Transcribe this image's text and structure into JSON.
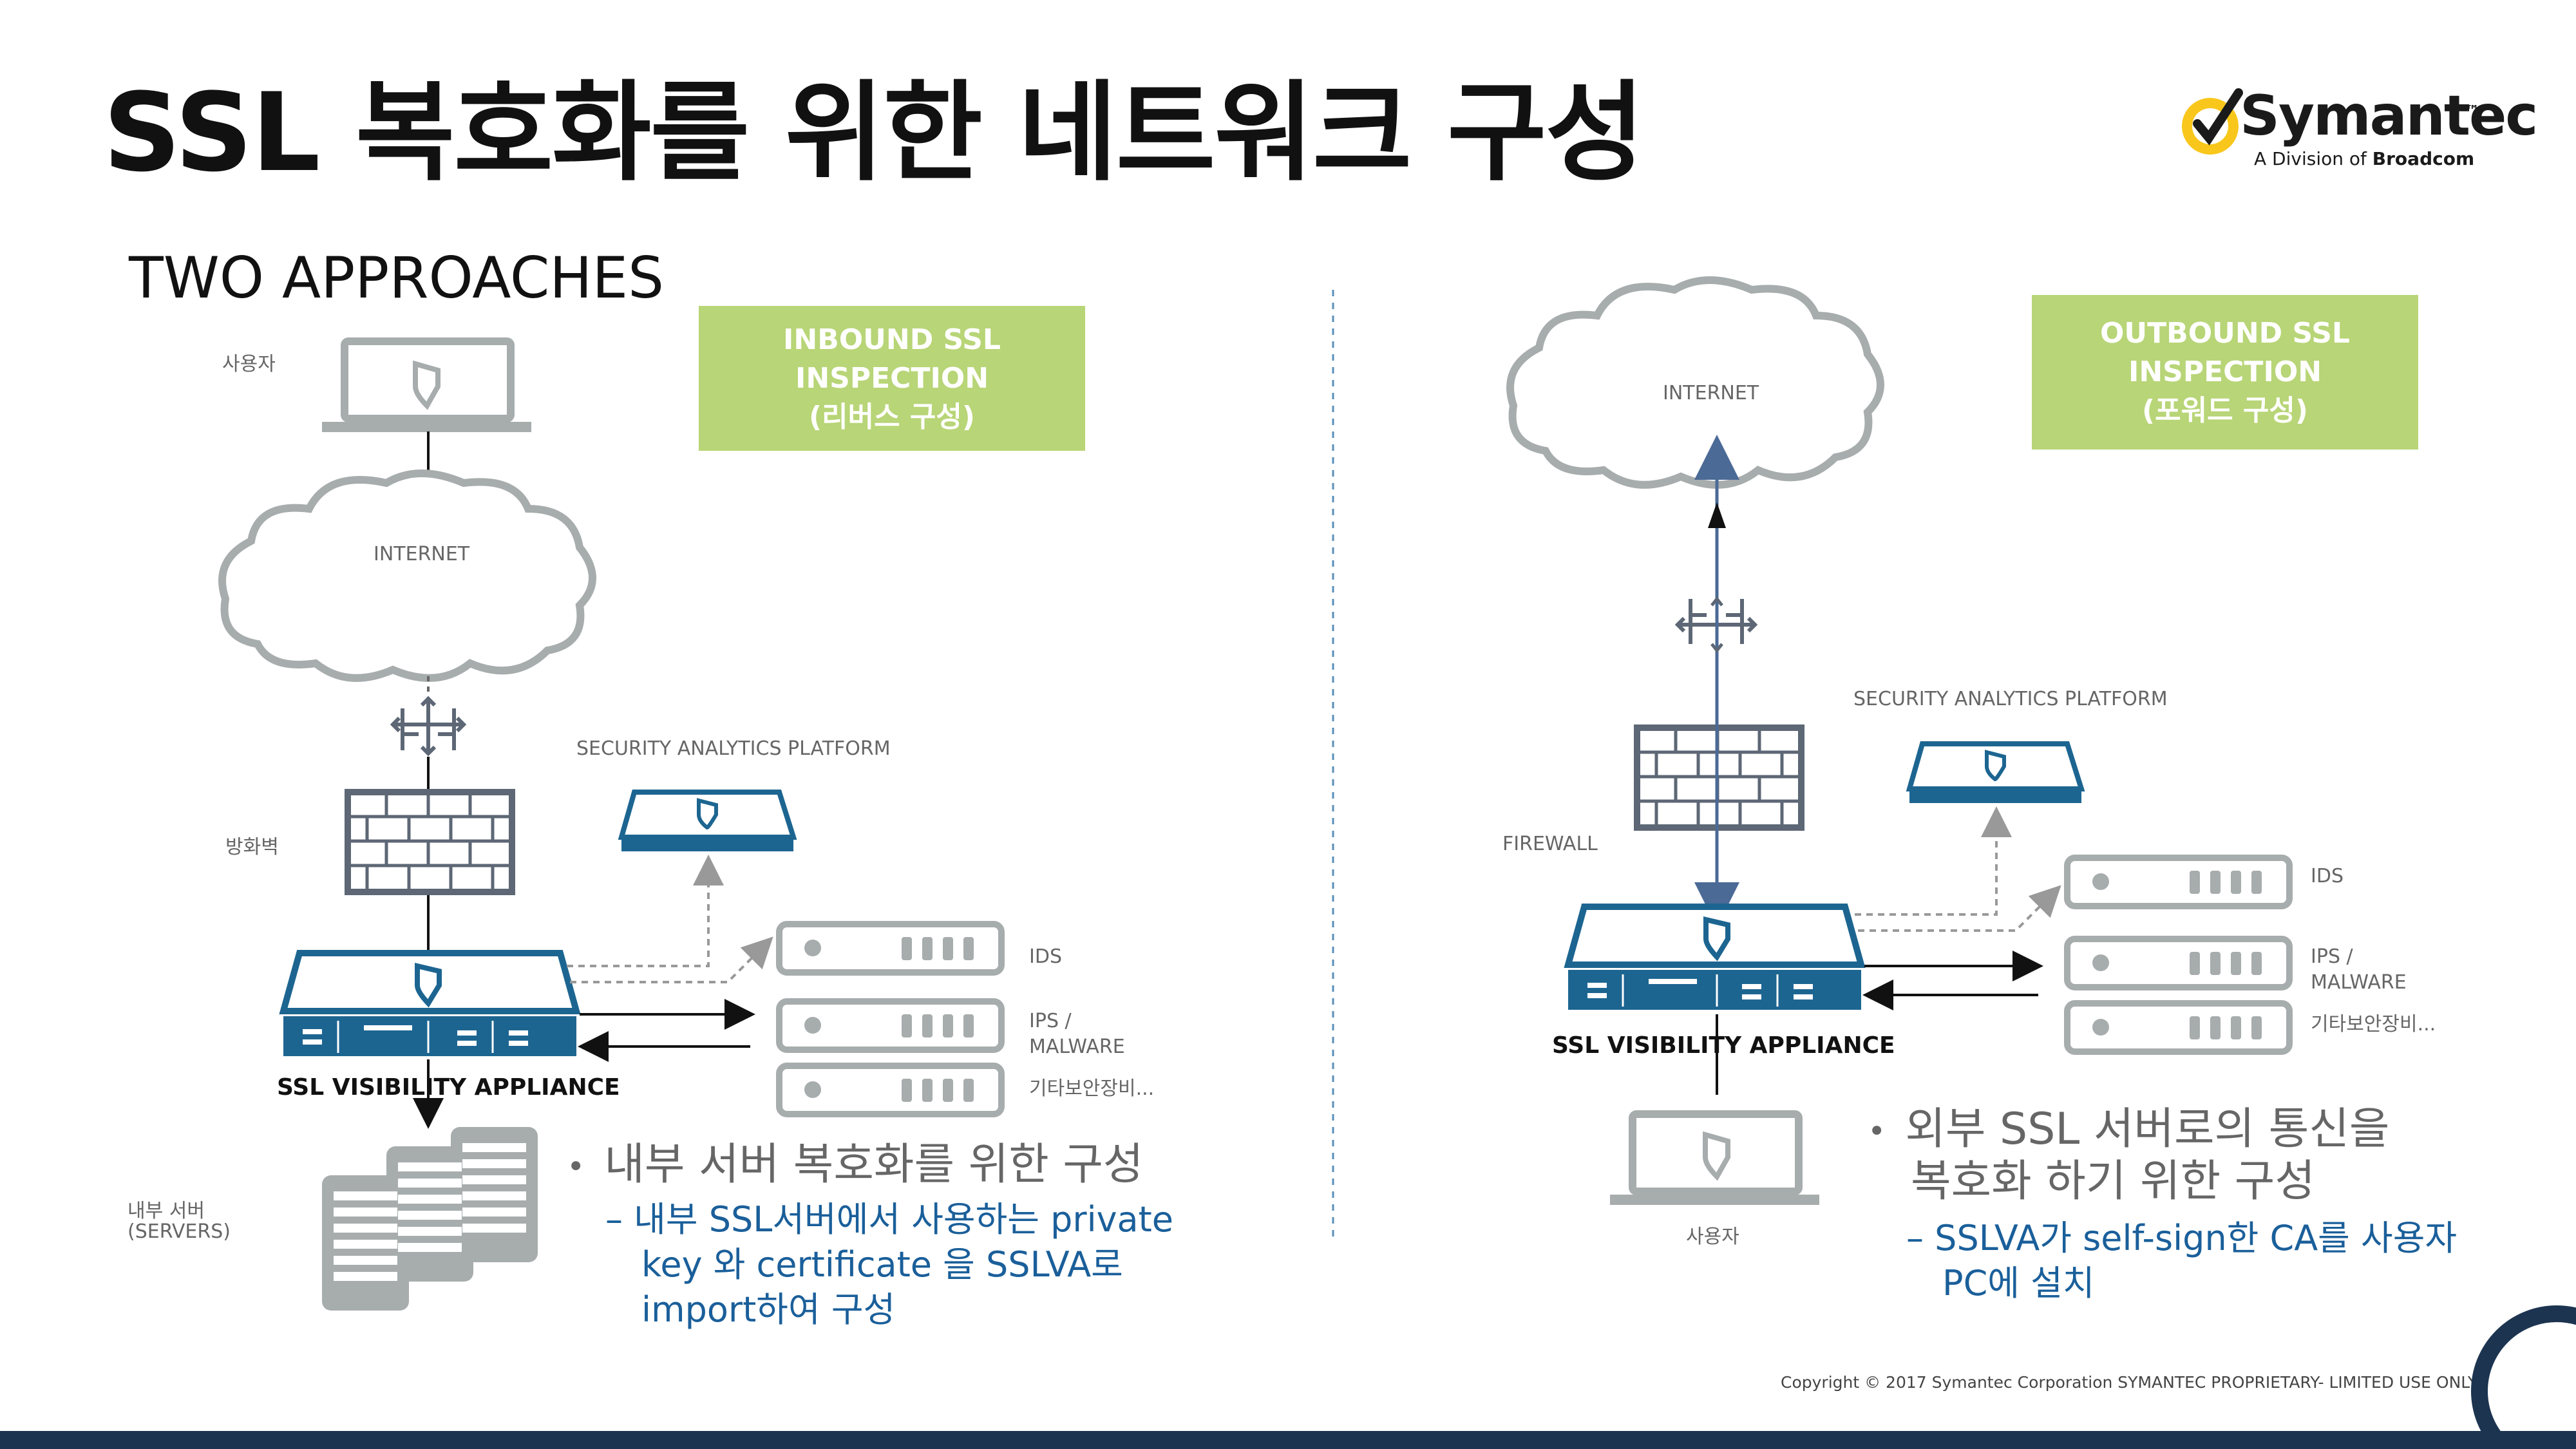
{
  "title": "SSL 복호화를 위한 네트워크 구성",
  "subtitle": "TWO APPROACHES",
  "logo": {
    "brand": "Symantec",
    "tagline_prefix": "A Division of ",
    "tagline_brand": "Broadcom",
    "tm": "™"
  },
  "left": {
    "box_lines": [
      "INBOUND SSL",
      "INSPECTION",
      "(리버스 구성)"
    ],
    "user_label": "사용자",
    "internet_label": "INTERNET",
    "firewall_label": "방화벽",
    "sap_label": "SECURITY ANALYTICS PLATFORM",
    "ids_label": "IDS",
    "ips_label_1": "IPS /",
    "ips_label_2": "MALWARE",
    "other_label": "기타보안장비...",
    "appliance_label": "SSL VISIBILITY APPLIANCE",
    "servers_label_1": "내부 서버",
    "servers_label_2": "(SERVERS)",
    "bullet": "내부 서버 복호화를 위한 구성",
    "sub_lines": [
      "– 내부 SSL서버에서 사용하는 private",
      "key 와 certificate 을 SSLVA로",
      "import하여 구성"
    ]
  },
  "right": {
    "box_lines": [
      "OUTBOUND SSL",
      "INSPECTION",
      "(포워드 구성)"
    ],
    "internet_label": "INTERNET",
    "sap_label": "SECURITY ANALYTICS PLATFORM",
    "firewall_label": "FIREWALL",
    "ids_label": "IDS",
    "ips_label_1": "IPS /",
    "ips_label_2": "MALWARE",
    "other_label": "기타보안장비...",
    "appliance_label": "SSL VISIBILITY APPLIANCE",
    "user_label": "사용자",
    "bullet_lines": [
      "외부 SSL 서버로의 통신을",
      "복호화 하기 위한 구성"
    ],
    "sub_lines": [
      "– SSLVA가 self-sign한 CA를 사용자",
      "PC에 설치"
    ]
  },
  "copyright": "Copyright © 2017 Symantec Corporation SYMANTEC PROPRIETARY- LIMITED USE ONLY",
  "colors": {
    "green": "#b8d577",
    "navy": "#1c3450",
    "appliance": "#1d6591",
    "gray_icon": "#a7acad",
    "blue_text": "#1a5f9a"
  }
}
